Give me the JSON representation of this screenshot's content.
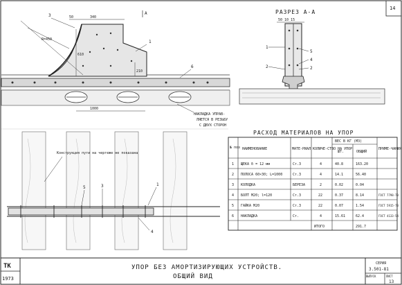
{
  "sheet": {
    "number": "14",
    "stamp_left_top": "ТК",
    "stamp_left_bottom": "1973",
    "title_line1": "УПОР БЕЗ АМОРТИЗИРУЮЩИХ УСТРОЙСТВ.",
    "title_line2": "ОБЩИЙ ВИД",
    "series_label": "СЕРИЯ",
    "series_value": "3.501-81",
    "issue_label": "ВЫПУСК",
    "sheet_label": "ЛИСТ",
    "sheet_value": "13"
  },
  "top_view": {
    "section_mark": "А",
    "dims": {
      "d50": "50",
      "d340": "340",
      "d610": "610",
      "d210": "210",
      "d1000": "1000",
      "radius": "R=450"
    },
    "callouts": [
      "3",
      "1",
      "6"
    ],
    "note_lines": [
      "НАКЛАДКА УПРАВ-",
      "ЛЯЕТСЯ В РЕЗЬБУ",
      "С ДВУХ СТОРОН"
    ]
  },
  "section_view": {
    "title": "РАЗРЕЗ А-А",
    "dims": "50 10 15",
    "callouts": [
      "1",
      "5",
      "4",
      "2",
      "2"
    ]
  },
  "plan_view": {
    "note": "Конструкция пути на чертеже не показана",
    "callouts": [
      "5",
      "3",
      "1",
      "4"
    ]
  },
  "materials": {
    "title": "РАСХОД МАТЕРИАЛОВ НА УПОР",
    "headers": {
      "num": "№ поз",
      "name": "НАИМЕНОВАНИЕ",
      "material": "МАТЕ-РИАЛ",
      "qty": "КОЛИЧЕ-СТВО НА УПОР",
      "weight": "ВЕС В КГ (М3)",
      "unit": "ШТ.",
      "total": "ОБЩИЙ",
      "note": "ПРИМЕ-ЧАНИЯ"
    },
    "rows": [
      {
        "num": "1",
        "name": "ЩЕКА  δ = 12 мм",
        "material": "Ст.3",
        "qty": "4",
        "unit": "40.8",
        "total": "163.20",
        "note": ""
      },
      {
        "num": "2",
        "name": "ПОЛОСА 60×30; L=1000",
        "material": "Ст.3",
        "qty": "4",
        "unit": "14.1",
        "total": "56.40",
        "note": ""
      },
      {
        "num": "3",
        "name": "КОЛОДКА",
        "material": "БЕРЕЗА",
        "qty": "2",
        "unit": "0.02",
        "total": "0.04",
        "note": ""
      },
      {
        "num": "4",
        "name": "БОЛТ М20; l=120",
        "material": "Ст.3",
        "qty": "22",
        "unit": "0.37",
        "total": "8.14",
        "note": "ГОСТ 7798-70"
      },
      {
        "num": "5",
        "name": "ГАЙКА М20",
        "material": "Ст.3",
        "qty": "22",
        "unit": "0.07",
        "total": "1.54",
        "note": "ГОСТ 5915-70"
      },
      {
        "num": "6",
        "name": "НАКЛАДКА",
        "material": "Ст.",
        "qty": "4",
        "unit": "15.61",
        "total": "62.4",
        "note": "ГОСТ 4133-54"
      }
    ],
    "total_label": "ИТОГО",
    "total_value": "291.7"
  }
}
